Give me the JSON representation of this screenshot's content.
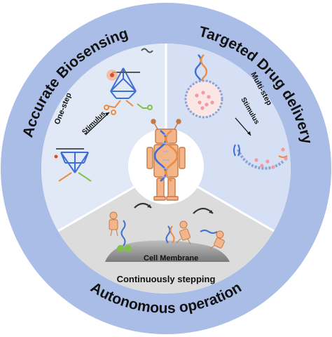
{
  "ring_labels": {
    "top_left": "Accurate Biosensing",
    "top_right": "Targeted Drug delivery",
    "bottom": "Autonomous operation"
  },
  "biosensing": {
    "step_label": "One-step",
    "stimulus_label": "Stimulus"
  },
  "drug_delivery": {
    "step_label": "Multi-step",
    "stimulus_label": "Stimulus"
  },
  "autonomous": {
    "membrane_label": "Cell Membrane",
    "caption": "Continuously stepping"
  },
  "colors": {
    "outer_ring": "#a9bde6",
    "sector_top_left": "#e1e8f6",
    "sector_top_right": "#d6e0f4",
    "sector_bottom": "#dcdcdc",
    "robot_orange": "#f2a36b",
    "dna_blue": "#3d6fd6",
    "dna_orange": "#f08a3c",
    "pink_drug": "#f19aa0",
    "green_strand": "#7ec24a"
  }
}
